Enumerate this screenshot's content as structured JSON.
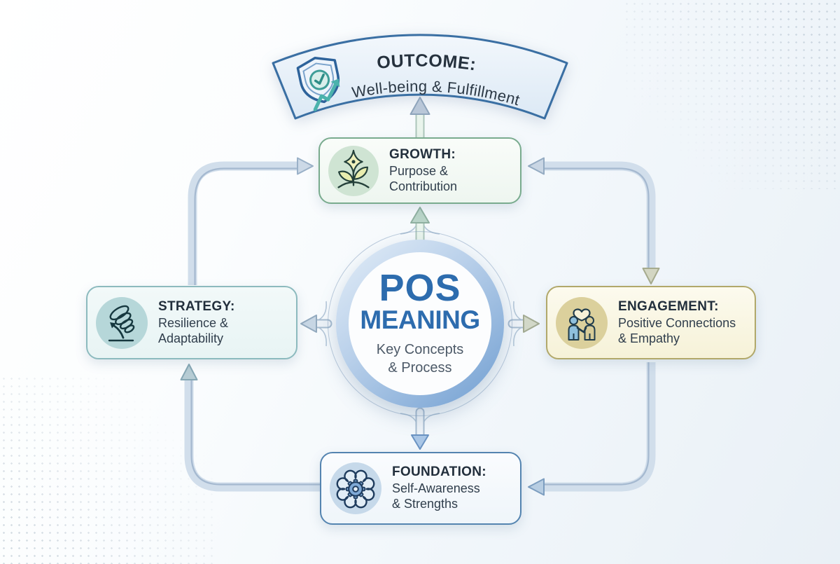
{
  "banner": {
    "title": "OUTCOME:",
    "subtitle": "Well-being & Fulfillment",
    "icon": "shield-check-trend-icon"
  },
  "hub": {
    "title_line1": "POS",
    "title_line2": "MEANING",
    "subtitle_line1": "Key Concepts",
    "subtitle_line2": "& Process"
  },
  "nodes": {
    "growth": {
      "title": "GROWTH:",
      "desc_line1": "Purpose &",
      "desc_line2": "Contribution",
      "icon": "sprout-sparkle-icon",
      "accent": "#79ab8e"
    },
    "engagement": {
      "title": "ENGAGEMENT:",
      "desc_line1": "Positive Connections",
      "desc_line2": "& Empathy",
      "icon": "people-heart-icon",
      "accent": "#b1a86a"
    },
    "foundation": {
      "title": "FOUNDATION:",
      "desc_line1": "Self-Awareness",
      "desc_line2": "& Strengths",
      "icon": "brain-gear-icon",
      "accent": "#5484b0"
    },
    "strategy": {
      "title": "STRATEGY:",
      "desc_line1": "Resilience &",
      "desc_line2": "Adaptability",
      "icon": "coil-bounce-arrow-icon",
      "accent": "#8cbabe"
    }
  },
  "colors": {
    "primary_blue": "#2d6cae",
    "banner_border": "#3a6fa3",
    "connector": "#cfdcea",
    "background_tint": "#e9f0f6"
  }
}
